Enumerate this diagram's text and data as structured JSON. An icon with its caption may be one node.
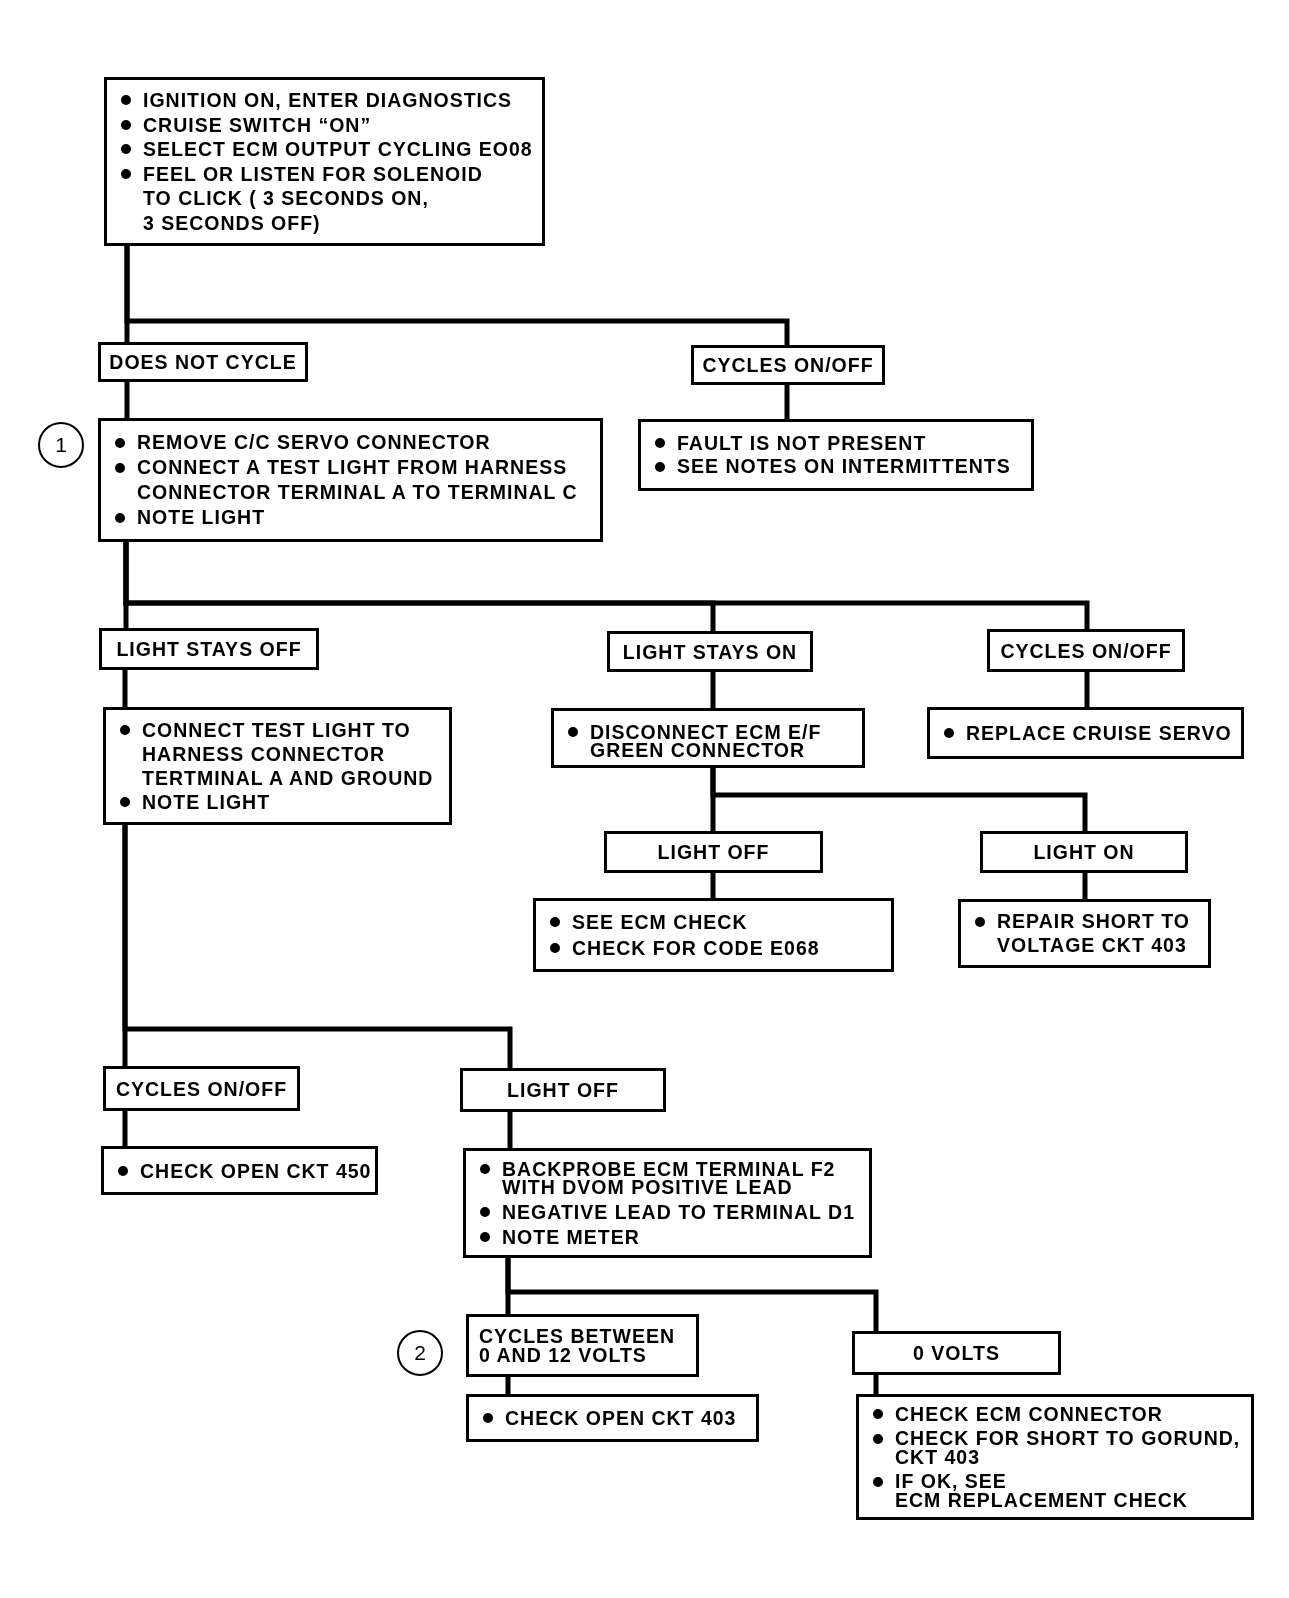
{
  "diagram": {
    "nodes": [
      {
        "text": [
          "IGNITION ON, ENTER DIAGNOSTICS",
          "CRUISE SWITCH “ON”",
          "SELECT ECM OUTPUT CYCLING EO08",
          "FEEL OR LISTEN FOR SOLENOID TO CLICK ( 3 SECONDS ON, 3 SECONDS OFF)"
        ]
      },
      {
        "text": [
          "DOES NOT CYCLE"
        ]
      },
      {
        "text": [
          "CYCLES ON/OFF"
        ]
      },
      {
        "text": [
          "REMOVE C/C SERVO CONNECTOR",
          "CONNECT A TEST LIGHT FROM HARNESS CONNECTOR TERMINAL A TO TERMINAL C",
          "NOTE LIGHT"
        ]
      },
      {
        "text": [
          "FAULT IS NOT PRESENT",
          "SEE NOTES ON INTERMITTENTS"
        ]
      },
      {
        "text": [
          "LIGHT STAYS OFF"
        ]
      },
      {
        "text": [
          "LIGHT STAYS ON"
        ]
      },
      {
        "text": [
          "CYCLES ON/OFF"
        ]
      },
      {
        "text": [
          "CONNECT TEST LIGHT TO HARNESS CONNECTOR TERTMINAL A AND GROUND",
          "NOTE LIGHT"
        ]
      },
      {
        "text": [
          "DISCONNECT ECM E/F GREEN CONNECTOR"
        ]
      },
      {
        "text": [
          "REPLACE CRUISE SERVO"
        ]
      },
      {
        "text": [
          "LIGHT OFF"
        ]
      },
      {
        "text": [
          "LIGHT ON"
        ]
      },
      {
        "text": [
          "SEE ECM CHECK",
          "CHECK FOR CODE E068"
        ]
      },
      {
        "text": [
          "REPAIR SHORT TO VOLTAGE CKT 403"
        ]
      },
      {
        "text": [
          "CYCLES ON/OFF"
        ]
      },
      {
        "text": [
          "LIGHT OFF"
        ]
      },
      {
        "text": [
          "CHECK OPEN CKT 450"
        ]
      },
      {
        "text": [
          "BACKPROBE ECM TERMINAL F2 WITH DVOM POSITIVE LEAD",
          "NEGATIVE LEAD TO TERMINAL D1",
          "NOTE METER"
        ]
      },
      {
        "text": [
          "CYCLES BETWEEN 0 AND 12 VOLTS"
        ]
      },
      {
        "text": [
          "0 VOLTS"
        ]
      },
      {
        "text": [
          "CHECK OPEN CKT 403"
        ]
      },
      {
        "text": [
          "CHECK ECM CONNECTOR",
          "CHECK FOR SHORT TO GORUND, CKT 403",
          "IF OK, SEE ECM REPLACEMENT CHECK"
        ]
      }
    ],
    "edges": [
      {
        "from": 0,
        "to": 1,
        "arrow": "none"
      },
      {
        "from": 0,
        "to": 2,
        "arrow": "none"
      },
      {
        "from": 1,
        "to": 3,
        "arrow": "none"
      },
      {
        "from": 2,
        "to": 4,
        "arrow": "none"
      },
      {
        "from": 3,
        "to": 5,
        "arrow": "none"
      },
      {
        "from": 3,
        "to": 6,
        "arrow": "none"
      },
      {
        "from": 3,
        "to": 7,
        "arrow": "none"
      },
      {
        "from": 5,
        "to": 8,
        "arrow": "none"
      },
      {
        "from": 6,
        "to": 9,
        "arrow": "none"
      },
      {
        "from": 7,
        "to": 10,
        "arrow": "none"
      },
      {
        "from": 8,
        "to": 15,
        "arrow": "none"
      },
      {
        "from": 8,
        "to": 16,
        "arrow": "none"
      },
      {
        "from": 9,
        "to": 11,
        "arrow": "none"
      },
      {
        "from": 9,
        "to": 12,
        "arrow": "none"
      },
      {
        "from": 11,
        "to": 13,
        "arrow": "none"
      },
      {
        "from": 12,
        "to": 14,
        "arrow": "none"
      },
      {
        "from": 15,
        "to": 17,
        "arrow": "none"
      },
      {
        "from": 16,
        "to": 18,
        "arrow": "none"
      },
      {
        "from": 18,
        "to": 19,
        "arrow": "none"
      },
      {
        "from": 18,
        "to": 20,
        "arrow": "none"
      },
      {
        "from": 19,
        "to": 21,
        "arrow": "none"
      },
      {
        "from": 20,
        "to": 22,
        "arrow": "none"
      }
    ],
    "labels": [
      "1",
      "2"
    ]
  }
}
